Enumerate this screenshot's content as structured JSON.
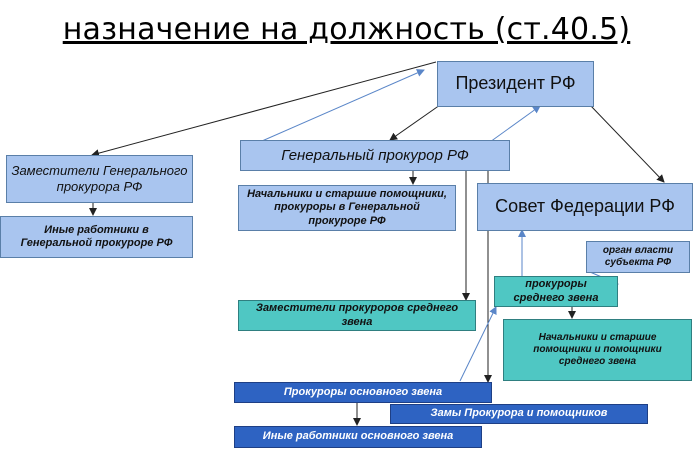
{
  "title": "назначение на должность (ст.40.5)",
  "nodes": {
    "president": "Президент РФ",
    "general_prosecutor": "Генеральный прокурор РФ",
    "deputies_general": "Заместители Генерального прокурора РФ",
    "other_workers_general": "Иные работники в Генеральной прокуроре РФ",
    "heads_assistants": "Начальники и старшие помощники, прокуроры в Генеральной прокуроре РФ",
    "federation_council": "Совет Федерации РФ",
    "subject_authority": "орган власти субъекта РФ",
    "mid_prosecutors": "прокуроры среднего звена",
    "mid_deputies": "Заместители прокуроров среднего звена",
    "mid_heads_assistants": "Начальники и старшие помощники и помощники среднего звена",
    "base_prosecutors": "Прокуроры основного звена",
    "base_deputies": "Замы Прокурора и помощников",
    "base_other_workers": "Иные работники основного звена"
  },
  "colors": {
    "light_box": "#a9c5ef",
    "teal_box": "#4fc7c3",
    "dark_box": "#2e63c2",
    "line": "#222222",
    "blue_line": "#5a86c8"
  }
}
